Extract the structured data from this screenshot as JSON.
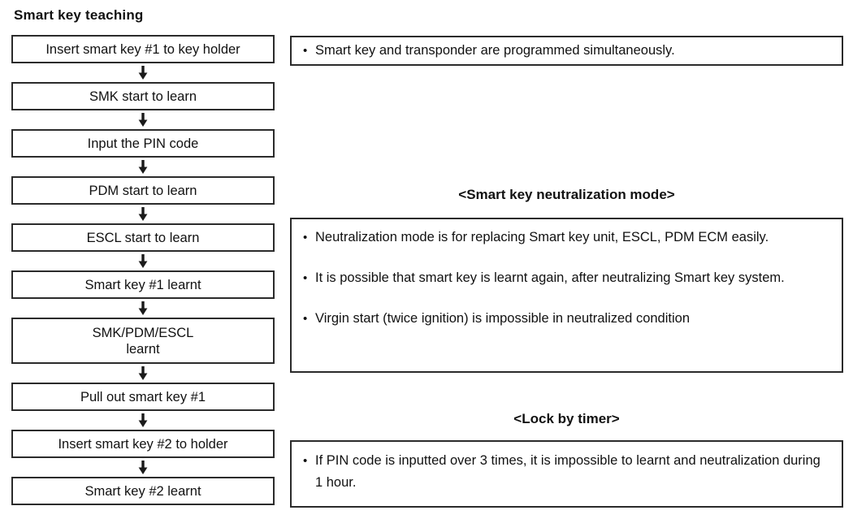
{
  "title": "Smart key teaching",
  "flow": {
    "steps": [
      {
        "label": "Insert smart key #1 to key holder"
      },
      {
        "label": "SMK start to learn"
      },
      {
        "label": "Input the PIN code"
      },
      {
        "label": "PDM start to learn"
      },
      {
        "label": "ESCL start to learn"
      },
      {
        "label": "Smart key #1 learnt"
      },
      {
        "label": "SMK/PDM/ESCL\nlearnt"
      },
      {
        "label": "Pull out smart key #1"
      },
      {
        "label": "Insert smart key #2 to holder"
      },
      {
        "label": "Smart key #2 learnt"
      }
    ]
  },
  "notes": {
    "programming": {
      "bullet_char": "•",
      "bullets": [
        "Smart key and transponder are programmed simultaneously."
      ]
    },
    "neutralization": {
      "heading": "<Smart key neutralization mode>",
      "bullet_char": "•",
      "bullets": [
        "Neutralization mode is for replacing Smart key unit, ESCL, PDM ECM easily.",
        "It is possible that smart key is learnt again, after neutralizing Smart key system.",
        "Virgin start (twice ignition) is impossible in neutralized condition"
      ]
    },
    "lock_by_timer": {
      "heading": "<Lock by timer>",
      "bullet_char": "•",
      "bullets": [
        "If PIN code is inputted over 3 times, it is impossible to learnt and neutralization during 1 hour."
      ]
    }
  },
  "colors": {
    "background": "#ffffff",
    "border": "#2b2b2b",
    "text": "#111111"
  }
}
